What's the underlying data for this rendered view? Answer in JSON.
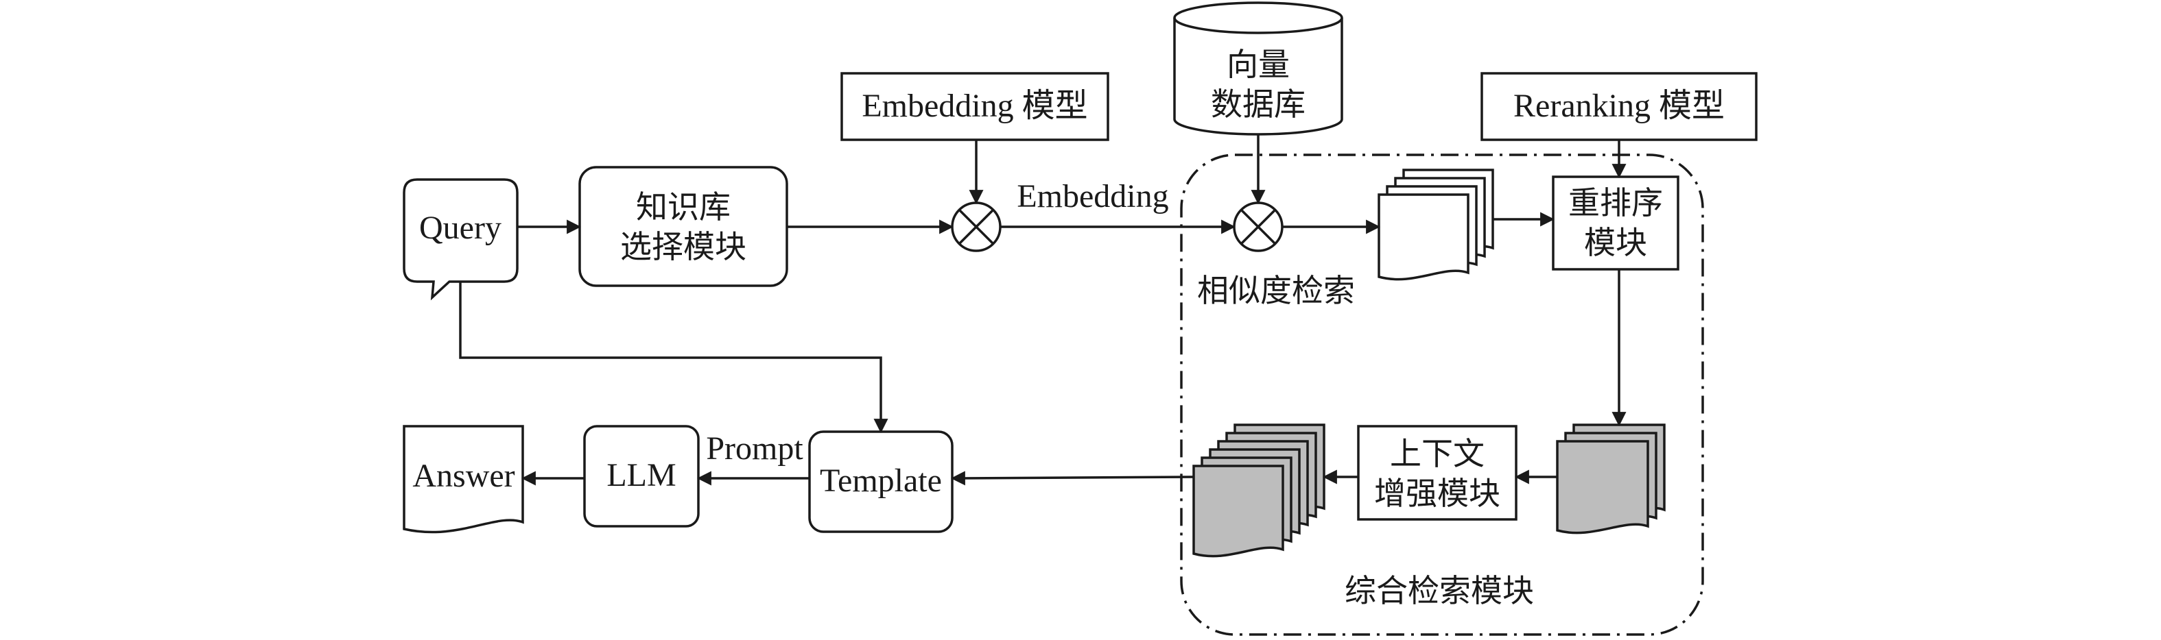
{
  "nodes": {
    "query": "Query",
    "kb_select_line1": "知识库",
    "kb_select_line2": "选择模块",
    "embedding_model": "Embedding 模型",
    "vector_db_line1": "向量",
    "vector_db_line2": "数据库",
    "reranking_model": "Reranking 模型",
    "rerank_line1": "重排序",
    "rerank_line2": "模块",
    "context_line1": "上下文",
    "context_line2": "增强模块",
    "template": "Template",
    "llm": "LLM",
    "answer": "Answer"
  },
  "labels": {
    "embedding": "Embedding",
    "similarity_search": "相似度检索",
    "prompt": "Prompt",
    "retrieval_module": "综合检索模块"
  }
}
